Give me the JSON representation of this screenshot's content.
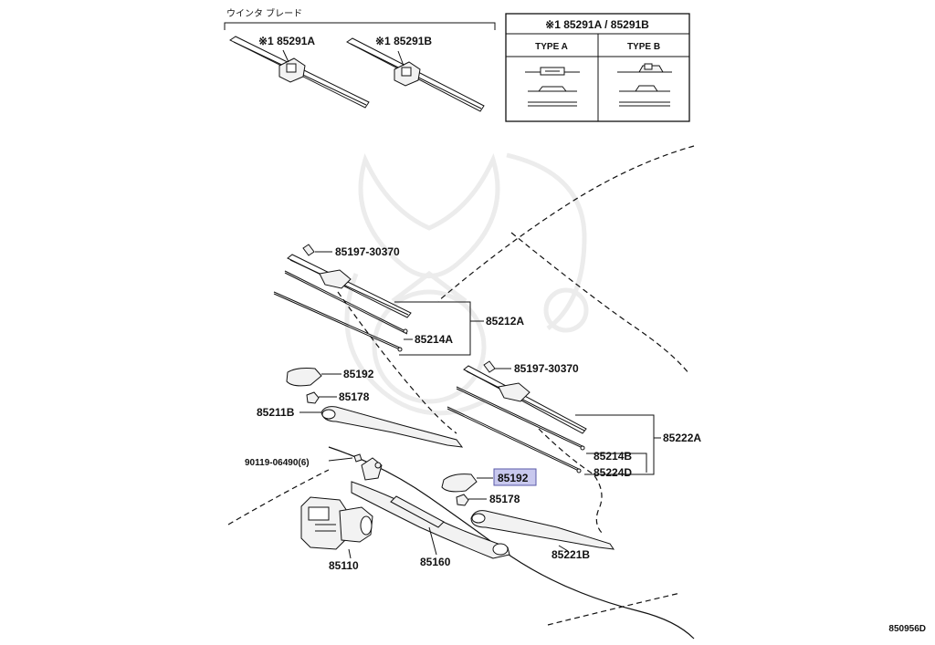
{
  "header": {
    "wiper_blade_jp": "ウインタ ブレード",
    "blade_a": "※1 85291A",
    "blade_b": "※1 85291B"
  },
  "type_table": {
    "title": "※1 85291A / 85291B",
    "col_a": "TYPE A",
    "col_b": "TYPE B"
  },
  "callouts": {
    "bolt_upper": "85197-30370",
    "arm_left_assy": "85212A",
    "refill_left": "85214A",
    "cover_left": "85192",
    "nut_left": "85178",
    "arm_left": "85211B",
    "bolt_link": "90119-06490(6)",
    "bolt_lower": "85197-30370",
    "arm_right_assy": "85222A",
    "refill_right": "85214B",
    "blade_right": "85224D",
    "cover_right_highlight": "85192",
    "nut_right": "85178",
    "arm_right": "85221B",
    "motor": "85110",
    "link": "85160"
  },
  "highlight_color": "#c8c8ee",
  "diagram_id": "850956D"
}
